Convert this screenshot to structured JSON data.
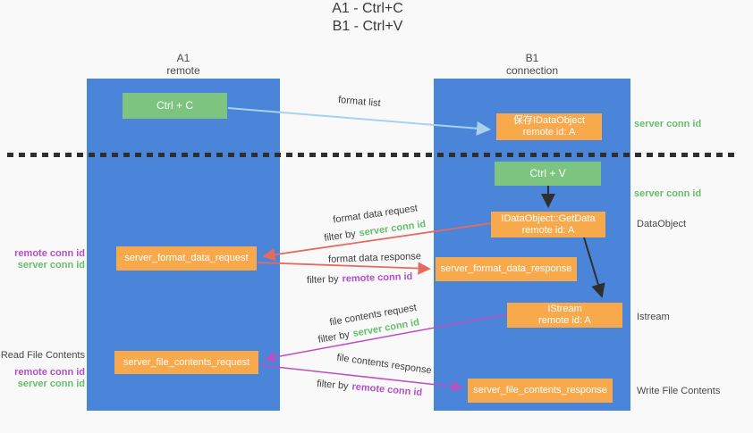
{
  "title": {
    "line1": "A1 - Ctrl+C",
    "line2": "B1 - Ctrl+V"
  },
  "columns": {
    "left": {
      "title": "A1",
      "subtitle": "remote"
    },
    "right": {
      "title": "B1",
      "subtitle": "connection"
    }
  },
  "nodes": {
    "ctrl_c": {
      "label": "Ctrl + C"
    },
    "ctrl_v": {
      "label": "Ctrl + V"
    },
    "save_dataobject": {
      "line1": "保存IDataObject",
      "line2": "remote id: A"
    },
    "getdata": {
      "line1": "IDataObject::GetData",
      "line2": "remote id: A"
    },
    "istream": {
      "line1": "IStream",
      "line2": "remote id: A"
    },
    "format_request": {
      "label": "server_format_data_request"
    },
    "format_response": {
      "label": "server_format_data_response"
    },
    "file_request": {
      "label": "server_file_contents_request"
    },
    "file_response": {
      "label": "server_file_contents_response"
    }
  },
  "arrow_labels": {
    "format_list": "format list",
    "format_data_request": "format data request",
    "format_data_response": "format data response",
    "file_contents_request": "file contents request",
    "file_contents_response": "file contents response",
    "filter_by": "filter by",
    "server_conn_id": "server conn id",
    "remote_conn_id": "remote conn id"
  },
  "side_labels": {
    "server_conn_id_top": "server conn id",
    "server_conn_id_mid": "server conn id",
    "dataobject": "DataObject",
    "istream": "Istream",
    "read_file_contents": "Read File Contents",
    "write_file_contents": "Write File Contents",
    "remote_conn_id": "remote conn id",
    "server_conn_id": "server conn id"
  },
  "colors": {
    "background": "#f9f9f9",
    "column_blue": "#4b85da",
    "node_orange": "#f8a94c",
    "node_green": "#7cc47f",
    "arrow_lightblue": "#a8d2f0",
    "arrow_red": "#e8695e",
    "arrow_magenta": "#bb4fc4",
    "arrow_black": "#2f2f2f",
    "text_green": "#67bd6b",
    "text_purple": "#b44fc8"
  }
}
